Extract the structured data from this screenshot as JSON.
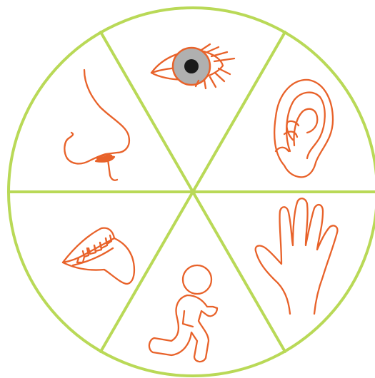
{
  "diagram": {
    "sections": [
      {
        "sense": "sight",
        "icon": "eye-icon"
      },
      {
        "sense": "hearing",
        "icon": "ear-icon"
      },
      {
        "sense": "touch",
        "icon": "hand-icon"
      },
      {
        "sense": "movement",
        "icon": "running-person-icon"
      },
      {
        "sense": "taste",
        "icon": "mouth-tongue-icon"
      },
      {
        "sense": "smell",
        "icon": "nose-icon"
      }
    ]
  },
  "colors": {
    "circle_stroke": "#b9d957",
    "icon_stroke": "#e8622a",
    "eye_iris": "#b0b0b0",
    "eye_pupil": "#1a1a1a",
    "background": "#ffffff"
  }
}
